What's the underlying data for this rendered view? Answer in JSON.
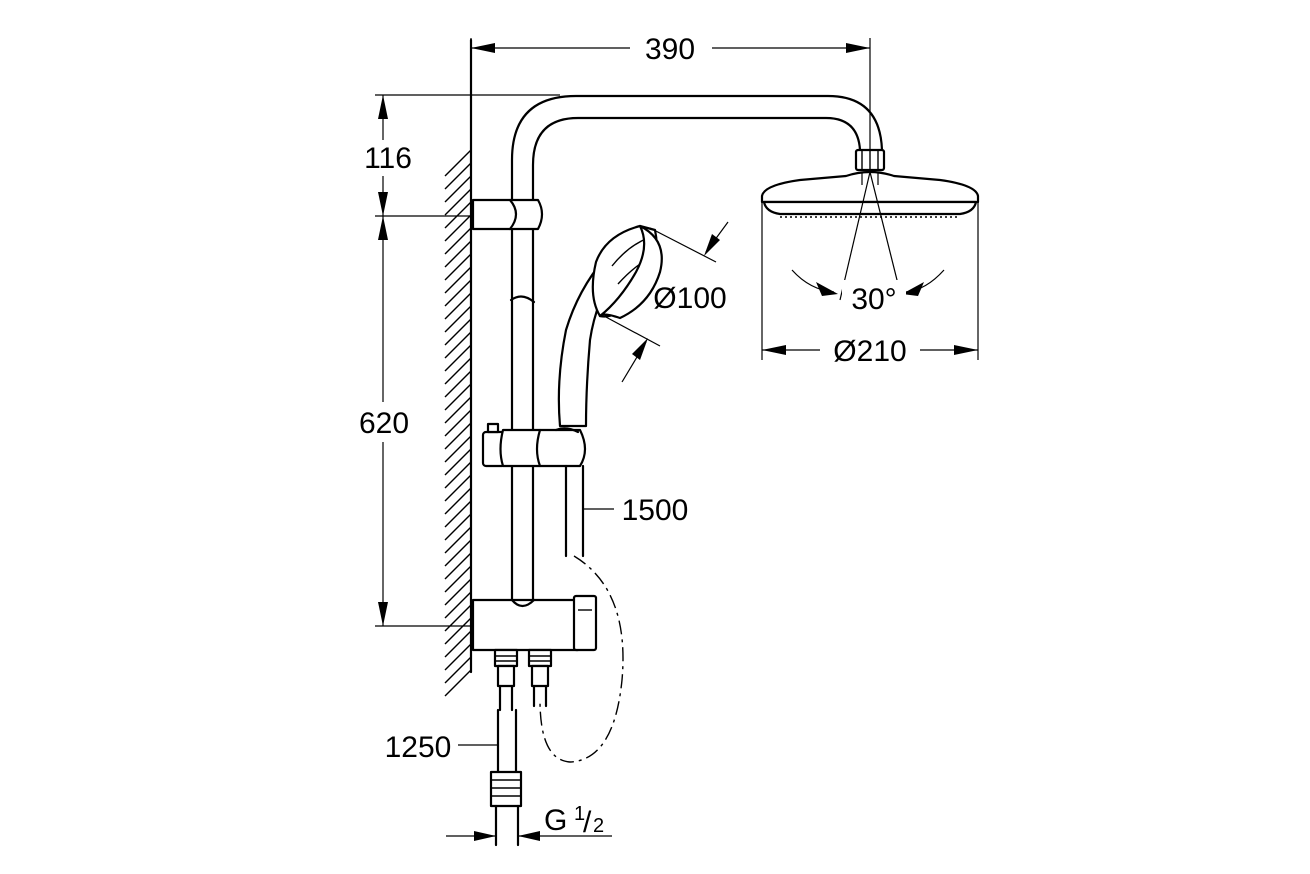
{
  "dimensions": {
    "arm_reach": "390",
    "head_height": "116",
    "rail_height": "620",
    "hand_shower_diameter": "Ø100",
    "head_shower_diameter": "Ø210",
    "tilt_angle": "30°",
    "shower_hose_length": "1500",
    "supply_hose_length": "1250",
    "connection_thread": "G",
    "thread_num": "1",
    "thread_den": "2"
  }
}
